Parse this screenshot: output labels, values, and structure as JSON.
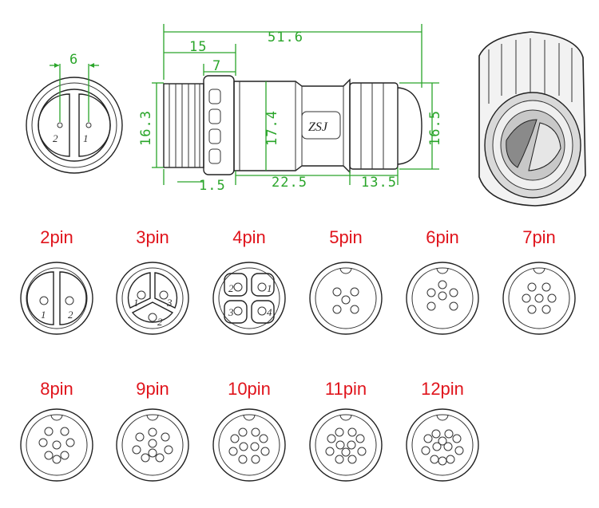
{
  "dimensions": {
    "front_pin_spacing": "6",
    "total_length": "51.6",
    "thread_length": "15",
    "nut_width": "7",
    "thread_diameter": "16.3",
    "body_diameter": "17.4",
    "gap": "1.5",
    "body_length": "22.5",
    "cable_gland_length": "13.5",
    "gland_diameter": "16.5"
  },
  "front_view_pins": [
    "2",
    "1"
  ],
  "logo_text": "ZSJ",
  "pin_options": [
    {
      "label": "2pin",
      "pins": 2
    },
    {
      "label": "3pin",
      "pins": 3
    },
    {
      "label": "4pin",
      "pins": 4
    },
    {
      "label": "5pin",
      "pins": 5
    },
    {
      "label": "6pin",
      "pins": 6
    },
    {
      "label": "7pin",
      "pins": 7
    },
    {
      "label": "8pin",
      "pins": 8
    },
    {
      "label": "9pin",
      "pins": 9
    },
    {
      "label": "10pin",
      "pins": 10
    },
    {
      "label": "11pin",
      "pins": 11
    },
    {
      "label": "12pin",
      "pins": 12
    }
  ],
  "pin_numbers_2": [
    "1",
    "2"
  ],
  "pin_numbers_3": [
    "1",
    "3",
    "2"
  ],
  "pin_numbers_4": [
    "2",
    "1",
    "3",
    "4"
  ],
  "colors": {
    "dimension": "#2aa52a",
    "label": "#e0141c",
    "ink": "#222222"
  }
}
